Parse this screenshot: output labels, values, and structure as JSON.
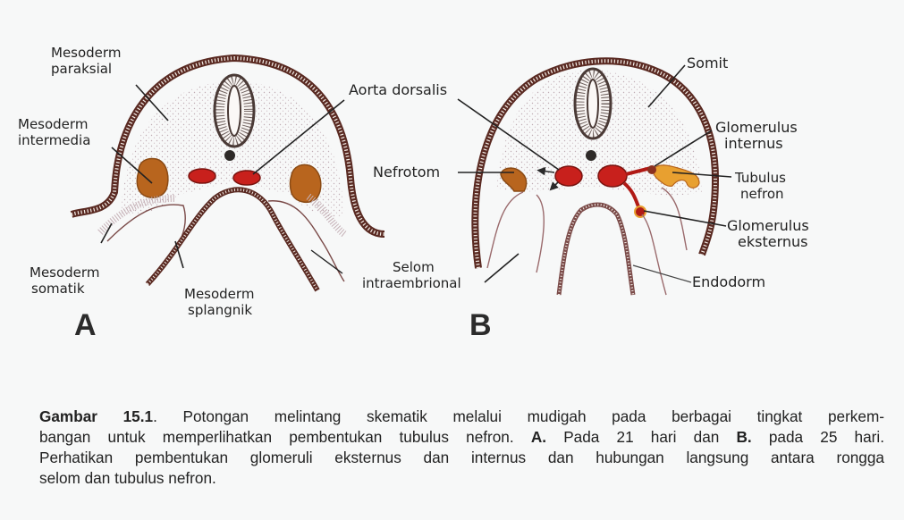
{
  "figure": {
    "panels": [
      {
        "letter": "A",
        "labels": {
          "mesoderm_paraksial": [
            "Mesoderm",
            "paraksial"
          ],
          "mesoderm_intermedia": [
            "Mesoderm",
            "intermedia"
          ],
          "mesoderm_somatik": [
            "Mesoderm",
            "somatik"
          ],
          "mesoderm_splangnik": [
            "Mesoderm",
            "splangnik"
          ],
          "aorta_dorsalis": "Aorta dorsalis"
        }
      },
      {
        "letter": "B",
        "labels": {
          "nefrotom": "Nefrotom",
          "selom_intraembrional": [
            "Selom",
            "intraembrional"
          ],
          "somit": "Somit",
          "glomerulus_internus": [
            "Glomerulus",
            "internus"
          ],
          "tubulus_nefron": [
            "Tubulus",
            "nefron"
          ],
          "glomerulus_eksternus": [
            "Glomerulus",
            "eksternus"
          ],
          "endodorm": "Endodorm"
        }
      }
    ],
    "colors": {
      "ectoderm": "#5a2a22",
      "aorta": "#c8201c",
      "nephrotome": "#b8651e",
      "tubule": "#e8a030",
      "mesoderm_dots": "#b8a0a8",
      "neural_tube": "#4a3a36"
    }
  },
  "caption": {
    "title": "Gambar 15.1",
    "line1_rest": ". Potongan melintang skematik melalui mudigah pada berbagai tingkat perkem-",
    "line2_a": "bangan untuk memperlihatkan pembentukan tubulus nefron. ",
    "line2_A": "A.",
    "line2_b": " Pada 21 hari dan ",
    "line2_B": "B.",
    "line2_c": " pada 25 hari.",
    "line3": "Perhatikan pembentukan glomeruli eksternus dan internus dan hubungan langsung antara rongga",
    "line4": "selom dan tubulus nefron."
  }
}
